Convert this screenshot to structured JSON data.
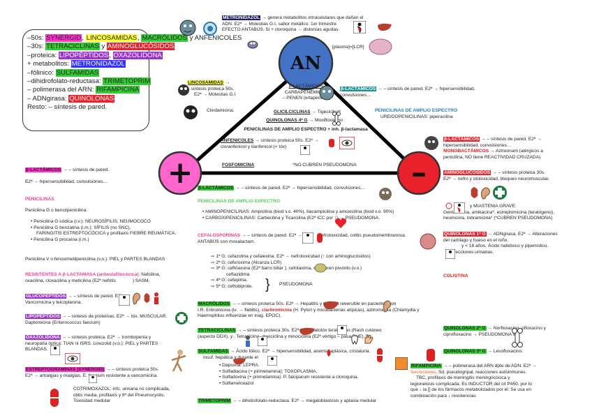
{
  "legend_box": {
    "rows": [
      {
        "parts": [
          {
            "text": "–50s: ",
            "hl": ""
          },
          {
            "text": "SYNERGID",
            "hl": "magenta"
          },
          {
            "text": ", ",
            "hl": ""
          },
          {
            "text": "LINCOSAMIDAS",
            "hl": "yellow"
          },
          {
            "text": ", ",
            "hl": ""
          },
          {
            "text": "MACRÓLIDOS",
            "hl": "green"
          },
          {
            "text": " y ANFENICOLES",
            "hl": ""
          }
        ]
      },
      {
        "parts": [
          {
            "text": "–30s: ",
            "hl": ""
          },
          {
            "text": "TETRACICLINAS",
            "hl": "green"
          },
          {
            "text": " y ",
            "hl": ""
          },
          {
            "text": "AMINOGLUCÓSIDOS",
            "hl": "red"
          }
        ]
      },
      {
        "parts": [
          {
            "text": "–proteica: ",
            "hl": ""
          },
          {
            "text": "LIPOPÉPTIDOS",
            "hl": "purple"
          },
          {
            "text": ", ",
            "hl": ""
          },
          {
            "text": "OXAZOLIDONA",
            "hl": "purple"
          }
        ]
      },
      {
        "parts": [
          {
            "text": "+ metabolitos: ",
            "hl": ""
          },
          {
            "text": "METRONIDAZOL",
            "hl": "blue"
          }
        ]
      },
      {
        "parts": [
          {
            "text": "–fólinico: ",
            "hl": ""
          },
          {
            "text": "SULFAMIDAS",
            "hl": "green"
          }
        ]
      },
      {
        "parts": [
          {
            "text": "–dihidrofolato-reductasa: ",
            "hl": ""
          },
          {
            "text": "TRIMETOPRIM",
            "hl": "green"
          }
        ]
      },
      {
        "parts": [
          {
            "text": "– polimerasa del ARN: ",
            "hl": ""
          },
          {
            "text": "RIFAMPICINA",
            "hl": "green"
          }
        ]
      },
      {
        "parts": [
          {
            "text": "– ADNgirasa: ",
            "hl": ""
          },
          {
            "text": "QUINOLONAS",
            "hl": "red"
          }
        ]
      },
      {
        "parts": [
          {
            "text": "Resto: – síntesis de pared.",
            "hl": ""
          }
        ]
      }
    ]
  },
  "triangle": {
    "top_label": "AN",
    "left_label": "+",
    "right_label": "–",
    "beta_title": "β-LACTÁMICOS:",
    "beta_l1": "CARBAPENÉMICOS",
    "beta_l2": "– PENEN (ertapenem*)",
    "glicil": "GLICILCICLINAS",
    "glicil_rest": " → Tigeciclina*",
    "quin4": "QUINOLONAS 4ª G",
    "quin4_rest": " → Moxifloxacino",
    "penic_ae": "PENICILINAS DE AMPLIO ESPECTRO + inh. β-lactamasa",
    "anfen": "ANFENICOLES",
    "anfen_rest": " → síntesis proteica 50s. E2ª →",
    "anfen_l2": "cloranfenicol y tianfenicol (< tóx)",
    "fosfo": "FOSFOMICINA",
    "nocubren": "*NO CUBREN PSEUDOMONA"
  },
  "metronidazol": {
    "name": "METRONIDAZOL",
    "rest": " → genera metabolitos intracelulares que dañan el",
    "l2": "ADN. E2ª → Molestias G.I, sabor metálico. ",
    "l2b": " 1er trimestre",
    "l3": "EFECTO ANTABÚS. Si + cloroquina → distonías agudas.",
    "plasma": "[plasma]=[LCR]"
  },
  "lincosamidas": {
    "name": "LINCOSAMIDAS",
    "rest": " →",
    "l2": "– síntesis proteica 50s.",
    "l3": "E2ª → Molestias G.I",
    "clinda": "Clindamicina."
  },
  "beta_top_right": {
    "name": "β-LACTÁMICOS",
    "rest": " → – síntesis de pared. E2ª → hipersensibilidad,",
    "l2": "convulsiones…",
    "penic_title": "PENICILINAS DE AMPLIO ESPECTRO",
    "penic_text": "UREIDOPENICILINAS: piperacilina"
  },
  "right_col": {
    "beta_name": "β-LACTÁMICOS",
    "beta_rest": " → – síntesis de pared. E2ª →",
    "beta_l2": "hipersensibilidad, convulsiones…",
    "mono": "MONOBACTÁMICOS",
    "mono_rest": " → Aztreonam (alérgicos a",
    "mono_l2": "penicilina, NO tiene REACTIVIDAD CRUZADA)",
    "amino": "AMINOGLUCÓSIDOS",
    "amino_rest": " → – síntesis proteica 30s.",
    "amino_l2": "E2ª → nefro y ototoxicidad, bloqueo neuromuscular.",
    "miastenia": " y MIASTENIA GRAVE.",
    "amino_l3": "Gentamicina, amikacina*, estreptomicina (teratógeno),",
    "amino_l4": "neomicina, tobramicina* (*CUBREN PSEUDOMONA)",
    "quin1": "QUINOLONAS 1ª G",
    "quin1_rest": " → ADNgirasa. E2ª → Alteraciones",
    "quin1_l2": "del cartílago y hueso en el niño.",
    "quin1_l3": " y < 18 años. Ácido nalidíxico y pipemídico.",
    "quin1_l4": "Infecciones urinarias.",
    "colistina": "COLISTINA",
    "quin2": "QUINOLONAS 2ª G",
    "quin2_rest": " → Norfloxacino, ofloxacino y",
    "quin2_l2": "ciprofloxacino → PSEUDOMONA v.o.",
    "quin3": "QUINOLONAS 3ª G",
    "quin3_rest": " → Levofloxacino."
  },
  "rifampicina": {
    "name": "RIFAMPICINA",
    "rest": " → – polimerasa del ARN dpte de ADN. E2ª →",
    "l2a": "Secreciones",
    "l2b": ", Sd. pseudogripal, reacciones autoinmunes.",
    "l3": "TBC, profilaxis de meningitis meningocócica y",
    "l4": "legionelosis complicada. Es INDUCTOR del cit P450, por lo",
    "l5": "que ↓ la [] de los fármacos metabolizados por él. Se usa en",
    "l6": "combinación para ↓ resistencias"
  },
  "left_col": {
    "beta_name": "β-LACTÁMICOS",
    "beta_rest": " → – síntesis de pared.",
    "beta_l2": "E2ª → hipersensibilidad, convulsiones…",
    "penic_title": "PENICILINAS",
    "penic_g": "Penicilina G o bencilpenicilina:",
    "penic_items": [
      "Penicilina G sódica (i.v.): NEUROSÍFILIS, NEUMOCOCO",
      "Penicilina G benzatina (i.m.): SÍFILIS (no SNC),",
      "FARINGITIS ESTREPTOCÓCICA y profilaxis FIEBRE REUMÁTICA.",
      "Penicilina G procaína (i.m.)"
    ],
    "penic_v": "Penicilina V o fenoximetilpenicilina (v.o.): PIEL y PARTES BLANDAS",
    "resist_title": "RESISTENTES A β-LACTAMASA (antiestafilocócica)",
    "resist_rest": ": Nafcilina,",
    "resist_l2": "oxacilina, cloxacilina y meticilina (E2ª nefritis",
    "resist_l2b": " ) SASM.",
    "gluco": "GLUCOPÉPTIDOS",
    "gluco_rest": " → – síntesis de pared. E2ª →",
    "gluco_l2": "Vancomicina y teicoplanina.",
    "lipo": "LIPOPÉPTIDOS",
    "lipo_rest": " → – síntesis de proteínas. E2ª → tóx. MUSCULAR.",
    "lipo_l2": "Daptomicina (Enterococcus faecium)",
    "oxa": "OXAZOLIDONA",
    "oxa_rest": " → – síntesis proteica. E2ª → trombopenia y",
    "oxa_l2": "neuropatía óptica. ",
    "oxa_l2b": " TIAN ni ISRS. Linezolid (v.o.): PIEL y PARTES",
    "oxa_l3": "BLANDAS.",
    "estrep": "ESTREPTOGRAMINAS (SYNERGID)",
    "estrep_rest": " → – síntesis proteica 50s.",
    "estrep_l2": "E2ª → artralgias y mialgias. ",
    "estrep_l2b": " E. faecium resistente a vancomicina.",
    "cotri_l1": "COTRIMOXAZOL:",
    "cotri_l1b": " infc. urinaria no complicada,",
    "cotri_l2": "otitis media, profilaxis y ttº del Pneumocystis.",
    "cotri_l3": "Toxicidad medular"
  },
  "center": {
    "beta_name": "β-LACTÁMICOS",
    "beta_rest": " → – síntesis de pared. E2ª → hipersensibilidad, convulsiones…",
    "penic_title": "PENICILINAS DE AMPLIO ESPECTRO",
    "penic_items": [
      "AMINOPENICILINAS: Ampicilina (biod v.o. 40%), bacampicilina y amoxicilina (biod v.o. 90%)",
      "CARBOXIPENICILINAS: Carbecilina y Ticarcilina (E2ª ICC       por ↑) → PSEUDOMONA."
    ],
    "cefa": "CEFALOSPORINAS",
    "cefa_rest": " → – síntesis de pared. E2ª →",
    "cefa_rest2": " nefrotoxicidad, colitis pseudomembranosa.",
    "cefa_l2": "ANTABÚS con moxalactam.",
    "cefa_items": [
      "1ª G: cefazolina y cefalexina. E2ª → nefrotoxicidad (↑ con aminoglucósidos)",
      "2ª G: cefuroxima (Alcanza LCR)",
      "3ª G: ceftriaxona (E2ª barro biliar       ), cefotaxima, cefditoren pivoxilo (v.o.)",
      "ceftazidima",
      "4ª G: cefepima.",
      "5ª G: ceftobiprole."
    ],
    "pseudo": "PSEUDOMONA",
    "macro": "MACRÓLIDOS",
    "macro_rest": " → – síntesis proteica 50s. E2ª → Hepatitis       y sordera reversible       en pacientes con",
    "macro_l2a": "I.R. Eritromicina (iv. → flebitis), ",
    "macro_l2b": "claritromicina",
    "macro_l2c": " (H. Pylori y micobacterias atípicas), azitromicina (Chlamydia y",
    "macro_l3": "Haemophilus influenzae en inag. EPOC).",
    "tetra": "TETRACICLINAS",
    "tetra_rest": " → – síntesis proteica 30s. E2ª → Hepatotóx       teratógeno        (Rash cutáneo",
    "tetra_l2": "(aspecto DDX),        y        . Tetraciclina, doxiciclina y minociclina (E2ª vértigo – pasa BHE).",
    "sulfa": "SULFAMIDAS",
    "sulfa_rest": " → Ácido fólico. E2ª → hipersensibilidad,        anemia aplásica,      cristaluria.",
    "sulfa_l2": "insuf. hepática         y durante el",
    "sulfa_items": [
      "Dapsona: LEPRA.",
      "Sulfadiacina (+ pirimetamina): TOXOPLASMA.",
      "Sulfadoxina (+ pirimetamina): P. falciparum resistente a cloroquina.",
      "Sulfametoxazol"
    ],
    "trime": "TRIMETOPRIM",
    "trime_rest": " → – dihidrofolato-reductasa. E2ª → megaloblastosis y aplasia medular"
  }
}
